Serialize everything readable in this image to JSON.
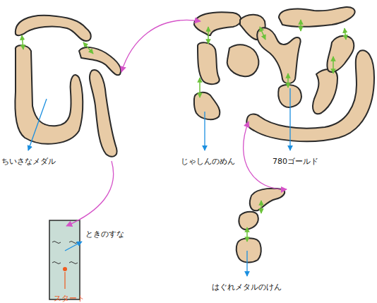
{
  "diagram": {
    "labels": [
      "ちいさなメダル",
      "じゃしんのめん",
      "780ゴールド",
      "はぐれメタルのけん",
      "ときのすな",
      "スタート"
    ]
  }
}
